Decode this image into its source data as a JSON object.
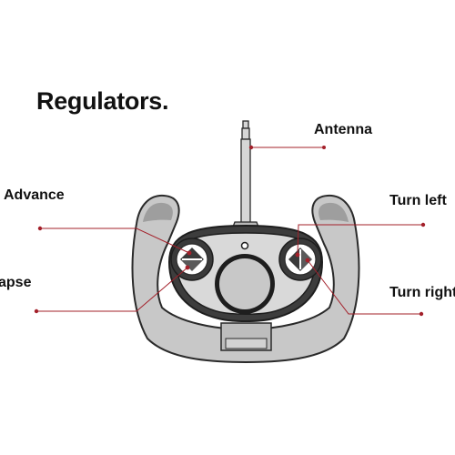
{
  "title": "Regulators.",
  "labels": {
    "antenna": "Antenna",
    "advance": "Advance",
    "lapse": "apse",
    "turn_left": "Turn left",
    "turn_right": "Turn right"
  },
  "colors": {
    "leader_line": "#a3202a",
    "body_fill": "#c8c8c8",
    "outline": "#2a2a2a",
    "button_fill": "#3c3c3c"
  }
}
